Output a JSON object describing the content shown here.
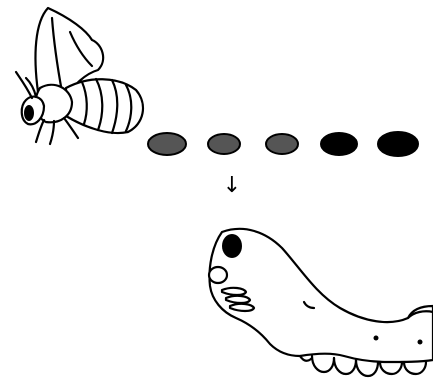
{
  "diagram": {
    "stages": [
      {
        "id": "adult",
        "depiction": "adult-moth"
      },
      {
        "id": "eggs",
        "depiction": "egg-row",
        "count": 5
      },
      {
        "id": "larva",
        "depiction": "caterpillar"
      }
    ],
    "transition_arrow": "↓",
    "colors": {
      "outline": "#000000",
      "fill": "#ffffff",
      "egg_early": "#555555",
      "egg_late": "#000000"
    }
  }
}
